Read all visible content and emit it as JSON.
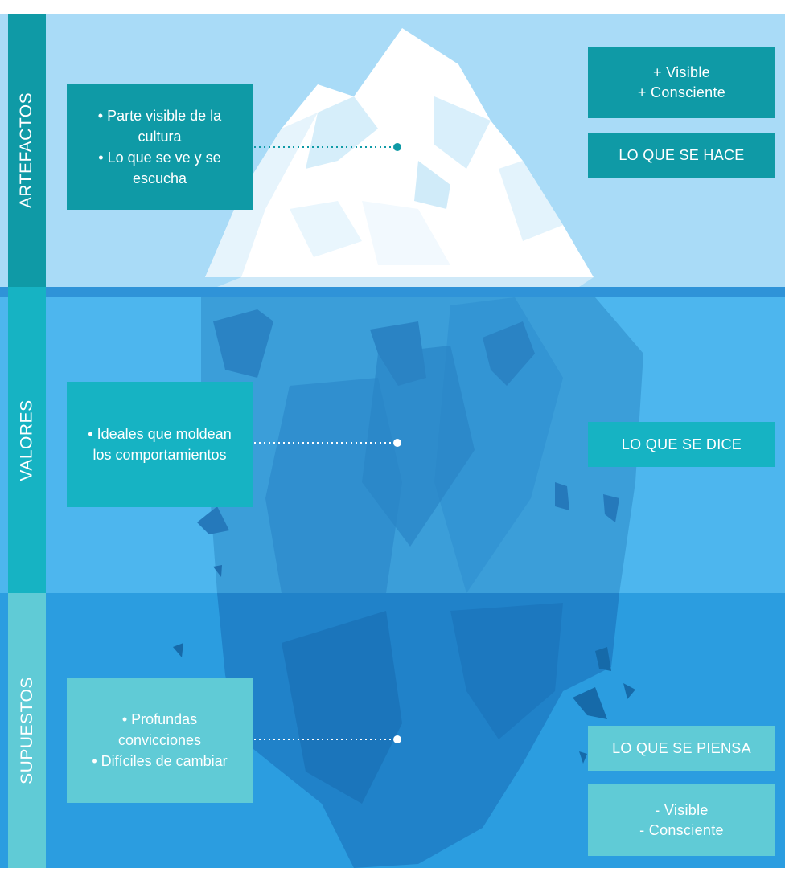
{
  "layers": [
    {
      "label": "ARTEFACTOS",
      "description": [
        "• Parte visible de la",
        "cultura",
        "• Lo que se ve y se",
        "escucha"
      ],
      "tag": "LO QUE SE HACE",
      "color": "#0f9aa6"
    },
    {
      "label": "VALORES",
      "description": [
        "• Ideales que moldean",
        "los comportamientos"
      ],
      "tag": "LO QUE SE DICE",
      "color": "#16b3c3"
    },
    {
      "label": "SUPUESTOS",
      "description": [
        "• Profundas",
        "convicciones",
        "• Difíciles de cambiar"
      ],
      "tag": "LO QUE SE PIENSA",
      "color": "#60cbd6"
    }
  ],
  "scale_top": [
    "+ Visible",
    "+ Consciente"
  ],
  "scale_bottom": [
    "- Visible",
    "- Consciente"
  ],
  "colors": {
    "sky": "#a9dbf7",
    "water_mid": "#4db6ee",
    "water_deep": "#2b9de0",
    "ice": "#ffffff"
  }
}
